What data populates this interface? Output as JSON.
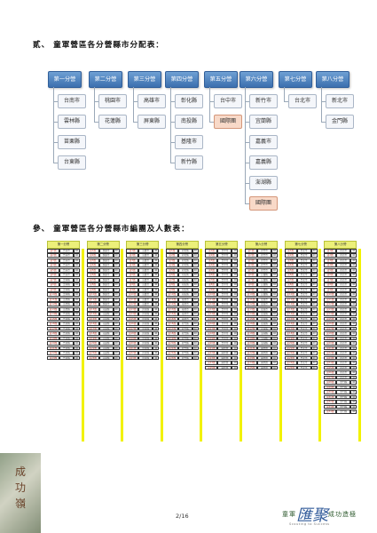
{
  "section1": {
    "title": "貳、 童軍營區各分營縣市分配表：",
    "columns": [
      {
        "header": "第一分營",
        "items": [
          "台南市",
          "雲林縣",
          "苗栗縣",
          "台東縣"
        ]
      },
      {
        "header": "第二分營",
        "items": [
          "桃園市",
          "花蓮縣"
        ]
      },
      {
        "header": "第三分營",
        "items": [
          "高雄市",
          "屏東縣"
        ]
      },
      {
        "header": "第四分營",
        "items": [
          "彰化縣",
          "南投縣",
          "基隆市",
          "新竹縣"
        ]
      },
      {
        "header": "第五分營",
        "items": [
          "台中市",
          "國際團"
        ]
      },
      {
        "header": "第六分營",
        "items": [
          "新竹市",
          "宜蘭縣",
          "嘉義市",
          "嘉義縣",
          "澎湖縣",
          "國際團"
        ]
      },
      {
        "header": "第七分營",
        "items": [
          "台北市"
        ]
      },
      {
        "header": "第八分營",
        "items": [
          "新北市",
          "金門縣"
        ]
      }
    ],
    "highlight_color": "#f8d9c8"
  },
  "section2": {
    "title": "參、 童軍營區各分營縣市編團及人數表：",
    "columns": [
      {
        "header": "第一分營",
        "rows": [
          [
            "第1團",
            "台南市",
            "40"
          ],
          [
            "第2團",
            "台南市",
            "40"
          ],
          [
            "第3團",
            "台南市",
            "40"
          ],
          [
            "第4團",
            "台南市",
            "40"
          ],
          [
            "第5團",
            "台南市",
            "40"
          ],
          [
            "第6團",
            "台南市",
            "40"
          ],
          [
            "第7團",
            "雲林縣",
            "40"
          ],
          [
            "第8團",
            "雲林縣",
            "40"
          ],
          [
            "第9團",
            "雲林縣",
            "40"
          ],
          [
            "第10團",
            "雲林縣",
            "40"
          ],
          [
            "第11團",
            "苗栗縣",
            "40"
          ],
          [
            "第12團",
            "苗栗縣",
            "40"
          ],
          [
            "第13團",
            "苗栗縣",
            "40"
          ],
          [
            "第14團",
            "台東縣",
            "40"
          ],
          [
            "第15團",
            "台東縣",
            "40"
          ],
          [
            "第16團",
            "台東縣",
            "40"
          ],
          [
            "第17團",
            "台東縣",
            "40"
          ],
          [
            "第18團",
            "台東縣",
            "40"
          ],
          [
            "第19團",
            "台東縣",
            "40"
          ],
          [
            "第20團",
            "台東縣",
            "40"
          ],
          [
            "第21團",
            "台東縣",
            "40"
          ],
          [
            "第22團",
            "台東縣",
            "40"
          ],
          [
            "第23團",
            "台東縣",
            "40"
          ]
        ]
      },
      {
        "header": "第二分營",
        "rows": [
          [
            "第1團",
            "桃園市",
            "40"
          ],
          [
            "第2團",
            "桃園市",
            "40"
          ],
          [
            "第3團",
            "桃園市",
            "40"
          ],
          [
            "第4團",
            "桃園市",
            "40"
          ],
          [
            "第5團",
            "桃園市",
            "40"
          ],
          [
            "第6團",
            "桃園市",
            "40"
          ],
          [
            "第7團",
            "桃園市",
            "40"
          ],
          [
            "第8團",
            "桃園市",
            "40"
          ],
          [
            "第9團",
            "桃園市",
            "40"
          ],
          [
            "第10團",
            "桃園市",
            "40"
          ],
          [
            "第11團",
            "桃園市",
            "40"
          ],
          [
            "第12團",
            "桃園市",
            "40"
          ],
          [
            "第13團",
            "花蓮縣",
            "40"
          ],
          [
            "第14團",
            "花蓮縣",
            "40"
          ],
          [
            "第15團",
            "花蓮縣",
            "40"
          ],
          [
            "第16團",
            "花蓮縣",
            "40"
          ],
          [
            "第17團",
            "花蓮縣",
            "40"
          ],
          [
            "第18團",
            "花蓮縣",
            "40"
          ],
          [
            "第19團",
            "花蓮縣",
            "40"
          ],
          [
            "第20團",
            "花蓮縣",
            "40"
          ],
          [
            "第21團",
            "花蓮縣",
            "40"
          ],
          [
            "第22團",
            "花蓮縣",
            "40"
          ],
          [
            "第23團",
            "花蓮縣",
            "40"
          ]
        ]
      },
      {
        "header": "第三分營",
        "rows": [
          [
            "第1團",
            "高雄市",
            "40"
          ],
          [
            "第2團",
            "高雄市",
            "40"
          ],
          [
            "第3團",
            "高雄市",
            "40"
          ],
          [
            "第4團",
            "高雄市",
            "40"
          ],
          [
            "第5團",
            "高雄市",
            "40"
          ],
          [
            "第6團",
            "高雄市",
            "40"
          ],
          [
            "第7團",
            "高雄市",
            "40"
          ],
          [
            "第8團",
            "高雄市",
            "40"
          ],
          [
            "第9團",
            "高雄市",
            "40"
          ],
          [
            "第10團",
            "高雄市",
            "40"
          ],
          [
            "第11團",
            "高雄市",
            "40"
          ],
          [
            "第12團",
            "高雄市",
            "40"
          ],
          [
            "第13團",
            "屏東縣",
            "40"
          ],
          [
            "第14團",
            "屏東縣",
            "40"
          ],
          [
            "第15團",
            "屏東縣",
            "40"
          ],
          [
            "第16團",
            "屏東縣",
            "40"
          ],
          [
            "第17團",
            "屏東縣",
            "40"
          ],
          [
            "第18團",
            "屏東縣",
            "40"
          ],
          [
            "第19團",
            "屏東縣",
            "40"
          ],
          [
            "第20團",
            "屏東縣",
            "40"
          ],
          [
            "第21團",
            "屏東縣",
            "40"
          ],
          [
            "第22團",
            "屏東縣",
            "40"
          ],
          [
            "第23團",
            "屏東縣",
            "40"
          ]
        ]
      },
      {
        "header": "第四分營",
        "rows": [
          [
            "第1團",
            "彰化縣",
            "40"
          ],
          [
            "第2團",
            "彰化縣",
            "40"
          ],
          [
            "第3團",
            "彰化縣",
            "40"
          ],
          [
            "第4團",
            "彰化縣",
            "40"
          ],
          [
            "第5團",
            "彰化縣",
            "40"
          ],
          [
            "第6團",
            "南投縣",
            "40"
          ],
          [
            "第7團",
            "南投縣",
            "40"
          ],
          [
            "第8團",
            "南投縣",
            "40"
          ],
          [
            "第9團",
            "南投縣",
            "40"
          ],
          [
            "第10團",
            "南投縣",
            "40"
          ],
          [
            "第11團",
            "基隆市",
            "40"
          ],
          [
            "第12團",
            "基隆市",
            "40"
          ],
          [
            "第13團",
            "基隆市",
            "40"
          ],
          [
            "第14團",
            "基隆市",
            "40"
          ],
          [
            "第15團",
            "基隆市",
            "40"
          ],
          [
            "第16團",
            "新竹縣",
            "40"
          ],
          [
            "第17團",
            "新竹縣",
            "40"
          ],
          [
            "第18團",
            "新竹縣",
            "40"
          ],
          [
            "第19團",
            "新竹縣",
            "40"
          ],
          [
            "第20團",
            "新竹縣",
            "40"
          ],
          [
            "第21團",
            "新竹縣",
            "40"
          ],
          [
            "第22團",
            "新竹縣",
            "40"
          ],
          [
            "第23團",
            "新竹縣",
            "40"
          ]
        ]
      },
      {
        "header": "第五分營",
        "rows": [
          [
            "第1團",
            "台中市",
            "40"
          ],
          [
            "第2團",
            "台中市",
            "40"
          ],
          [
            "第3團",
            "台中市",
            "40"
          ],
          [
            "第4團",
            "台中市",
            "40"
          ],
          [
            "第5團",
            "台中市",
            "40"
          ],
          [
            "第6團",
            "台中市",
            "40"
          ],
          [
            "第7團",
            "台中市",
            "40"
          ],
          [
            "第8團",
            "台中市",
            "40"
          ],
          [
            "第9團",
            "台中市",
            "40"
          ],
          [
            "第10團",
            "台中市",
            "40"
          ],
          [
            "第11團",
            "台中市",
            "40"
          ],
          [
            "第12團",
            "台中市",
            "40"
          ],
          [
            "第13團",
            "台中市",
            "40"
          ],
          [
            "第14團",
            "台中市",
            "40"
          ],
          [
            "第15團",
            "台中市",
            "40"
          ],
          [
            "第16團",
            "台中市",
            "40"
          ],
          [
            "第17團",
            "台中市",
            "40"
          ],
          [
            "第18團",
            "台中市",
            "40"
          ],
          [
            "第19團",
            "台中市",
            "40"
          ],
          [
            "第20團",
            "台中市",
            "40"
          ],
          [
            "第21團",
            "國際團",
            "40"
          ],
          [
            "第22團",
            "國際團",
            "40"
          ],
          [
            "第23團",
            "國際團",
            "40"
          ],
          [
            "第24團",
            "國際團",
            "40"
          ],
          [
            "第25團",
            "國際團",
            "40"
          ]
        ]
      },
      {
        "header": "第六分營",
        "rows": [
          [
            "第1團",
            "新竹市",
            "40"
          ],
          [
            "第2團",
            "新竹市",
            "40"
          ],
          [
            "第3團",
            "新竹市",
            "40"
          ],
          [
            "第4團",
            "新竹市",
            "40"
          ],
          [
            "第5團",
            "新竹市",
            "40"
          ],
          [
            "第6團",
            "宜蘭縣",
            "40"
          ],
          [
            "第7團",
            "宜蘭縣",
            "40"
          ],
          [
            "第8團",
            "宜蘭縣",
            "40"
          ],
          [
            "第9團",
            "宜蘭縣",
            "40"
          ],
          [
            "第10團",
            "宜蘭縣",
            "40"
          ],
          [
            "第11團",
            "嘉義市",
            "40"
          ],
          [
            "第12團",
            "嘉義市",
            "40"
          ],
          [
            "第13團",
            "嘉義市",
            "40"
          ],
          [
            "第14團",
            "嘉義縣",
            "40"
          ],
          [
            "第15團",
            "嘉義縣",
            "40"
          ],
          [
            "第16團",
            "嘉義縣",
            "40"
          ],
          [
            "第17團",
            "嘉義縣",
            "40"
          ],
          [
            "第18團",
            "澎湖縣",
            "40"
          ],
          [
            "第19團",
            "澎湖縣",
            "40"
          ],
          [
            "第20團",
            "澎湖縣",
            "40"
          ],
          [
            "第21團",
            "國際團",
            "40"
          ],
          [
            "第22團",
            "國際團",
            "40"
          ],
          [
            "第23團",
            "國際團",
            "40"
          ],
          [
            "第24團",
            "國際團",
            "40"
          ],
          [
            "第25團",
            "國際團",
            "40"
          ]
        ]
      },
      {
        "header": "第七分營",
        "rows": [
          [
            "第1團",
            "台北市",
            "40"
          ],
          [
            "第2團",
            "台北市",
            "40"
          ],
          [
            "第3團",
            "台北市",
            "40"
          ],
          [
            "第4團",
            "台北市",
            "40"
          ],
          [
            "第5團",
            "台北市",
            "40"
          ],
          [
            "第6團",
            "台北市",
            "40"
          ],
          [
            "第7團",
            "台北市",
            "40"
          ],
          [
            "第8團",
            "台北市",
            "40"
          ],
          [
            "第9團",
            "台北市",
            "40"
          ],
          [
            "第10團",
            "台北市",
            "40"
          ],
          [
            "第11團",
            "台北市",
            "40"
          ],
          [
            "第12團",
            "台北市",
            "40"
          ],
          [
            "第13團",
            "台北市",
            "40"
          ],
          [
            "第14團",
            "台北市",
            "40"
          ],
          [
            "第15團",
            "台北市",
            "40"
          ],
          [
            "第16團",
            "台北市",
            "40"
          ],
          [
            "第17團",
            "台北市",
            "40"
          ],
          [
            "第18團",
            "台北市",
            "40"
          ],
          [
            "第19團",
            "台北市",
            "40"
          ],
          [
            "第20團",
            "台北市",
            "40"
          ],
          [
            "第21團",
            "台北市",
            "40"
          ],
          [
            "第22團",
            "台北市",
            "40"
          ],
          [
            "第23團",
            "台北市",
            "40"
          ],
          [
            "第24團",
            "台北市",
            "40"
          ],
          [
            "第25團",
            "台北市",
            "40"
          ]
        ]
      },
      {
        "header": "第八分營",
        "rows": [
          [
            "第1團",
            "新北市",
            "40"
          ],
          [
            "第2團",
            "新北市",
            "40"
          ],
          [
            "第3團",
            "新北市",
            "40"
          ],
          [
            "第4團",
            "新北市",
            "40"
          ],
          [
            "第5團",
            "新北市",
            "40"
          ],
          [
            "第6團",
            "新北市",
            "40"
          ],
          [
            "第7團",
            "新北市",
            "40"
          ],
          [
            "第8團",
            "新北市",
            "40"
          ],
          [
            "第9團",
            "新北市",
            "40"
          ],
          [
            "第10團",
            "新北市",
            "40"
          ],
          [
            "第11團",
            "新北市",
            "40"
          ],
          [
            "第12團",
            "新北市",
            "40"
          ],
          [
            "第13團",
            "新北市",
            "40"
          ],
          [
            "第14團",
            "新北市",
            "40"
          ],
          [
            "第15團",
            "新北市",
            "40"
          ],
          [
            "第16團",
            "新北市",
            "40"
          ],
          [
            "第17團",
            "新北市",
            "40"
          ],
          [
            "第18團",
            "新北市",
            "40"
          ],
          [
            "第19團",
            "新北市",
            "40"
          ],
          [
            "第20團",
            "新北市",
            "40"
          ],
          [
            "第21團",
            "新北市",
            "40"
          ],
          [
            "第22團",
            "新北市",
            "40"
          ],
          [
            "第23團",
            "新北市",
            "40"
          ],
          [
            "第24團",
            "新北市",
            "40"
          ],
          [
            "第25團",
            "新北市",
            "40"
          ],
          [
            "第26團",
            "新北市",
            "40"
          ],
          [
            "第27團",
            "新北市",
            "40"
          ],
          [
            "第28團",
            "金門縣",
            "40"
          ],
          [
            "第29團",
            "金門縣",
            "40"
          ],
          [
            "第30團",
            "金門縣",
            "40"
          ],
          [
            "第31團",
            "金門縣",
            "40"
          ],
          [
            "第32團",
            "金門縣",
            "40"
          ],
          [
            "第33團",
            "金門縣",
            "40"
          ],
          [
            "第34團",
            "金門縣",
            "40"
          ]
        ]
      }
    ]
  },
  "footer": {
    "page": "2/16",
    "slogan_left": "童軍",
    "slogan_mark": "匯聚",
    "slogan_right": "成功造極",
    "slogan_en": "Scouting to Success",
    "deco_text": "成功嶺"
  }
}
